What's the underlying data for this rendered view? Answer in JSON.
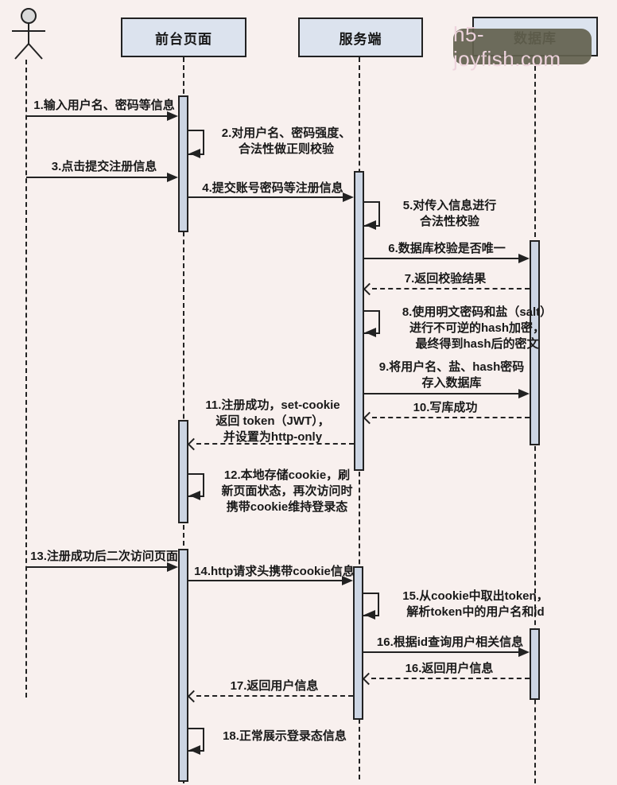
{
  "watermark": "h5-joyfish.com",
  "colors": {
    "bg": "#f8f0ee",
    "box-fill": "#dce3ee",
    "bar-fill": "#ccd5e3",
    "line": "#222222",
    "wm-bg": "#63614f",
    "wm-text": "#eed2dc"
  },
  "lifelines": [
    {
      "id": "user",
      "label": "",
      "type": "actor"
    },
    {
      "id": "frontend",
      "label": "前台页面",
      "type": "participant"
    },
    {
      "id": "server",
      "label": "服务端",
      "type": "participant"
    },
    {
      "id": "database",
      "label": "数据库",
      "type": "participant"
    }
  ],
  "messages": [
    {
      "label": "1.输入用户名、密码等信息",
      "from": "user",
      "to": "frontend",
      "style": "solid"
    },
    {
      "label": "2.对用户名、密码强度、\n合法性做正则校验",
      "from": "frontend",
      "to": "frontend",
      "style": "self"
    },
    {
      "label": "3.点击提交注册信息",
      "from": "user",
      "to": "frontend",
      "style": "solid"
    },
    {
      "label": "4.提交账号密码等注册信息",
      "from": "frontend",
      "to": "server",
      "style": "solid"
    },
    {
      "label": "5.对传入信息进行\n合法性校验",
      "from": "server",
      "to": "server",
      "style": "self"
    },
    {
      "label": "6.数据库校验是否唯一",
      "from": "server",
      "to": "database",
      "style": "solid"
    },
    {
      "label": "7.返回校验结果",
      "from": "database",
      "to": "server",
      "style": "dashed-return"
    },
    {
      "label": "8.使用明文密码和盐（salt）\n进行不可逆的hash加密，\n最终得到hash后的密文",
      "from": "server",
      "to": "server",
      "style": "self"
    },
    {
      "label": "9.将用户名、盐、hash密码\n存入数据库",
      "from": "server",
      "to": "database",
      "style": "solid"
    },
    {
      "label": "10.写库成功",
      "from": "database",
      "to": "server",
      "style": "dashed-return"
    },
    {
      "label": "11.注册成功，set-cookie\n返回 token（JWT），\n并设置为http-only",
      "from": "server",
      "to": "frontend",
      "style": "dashed-return"
    },
    {
      "label": "12.本地存储cookie，刷\n新页面状态，再次访问时\n携带cookie维持登录态",
      "from": "frontend",
      "to": "frontend",
      "style": "self"
    },
    {
      "label": "13.注册成功后二次访问页面",
      "from": "user",
      "to": "frontend",
      "style": "solid"
    },
    {
      "label": "14.http请求头携带cookie信息",
      "from": "frontend",
      "to": "server",
      "style": "solid"
    },
    {
      "label": "15.从cookie中取出token，\n解析token中的用户名和id",
      "from": "server",
      "to": "server",
      "style": "self"
    },
    {
      "label": "16.根据id查询用户相关信息",
      "from": "server",
      "to": "database",
      "style": "solid"
    },
    {
      "label": "16.返回用户信息",
      "from": "database",
      "to": "server",
      "style": "dashed-return"
    },
    {
      "label": "17.返回用户信息",
      "from": "server",
      "to": "frontend",
      "style": "dashed-return"
    },
    {
      "label": "18.正常展示登录态信息",
      "from": "frontend",
      "to": "frontend",
      "style": "self"
    }
  ]
}
